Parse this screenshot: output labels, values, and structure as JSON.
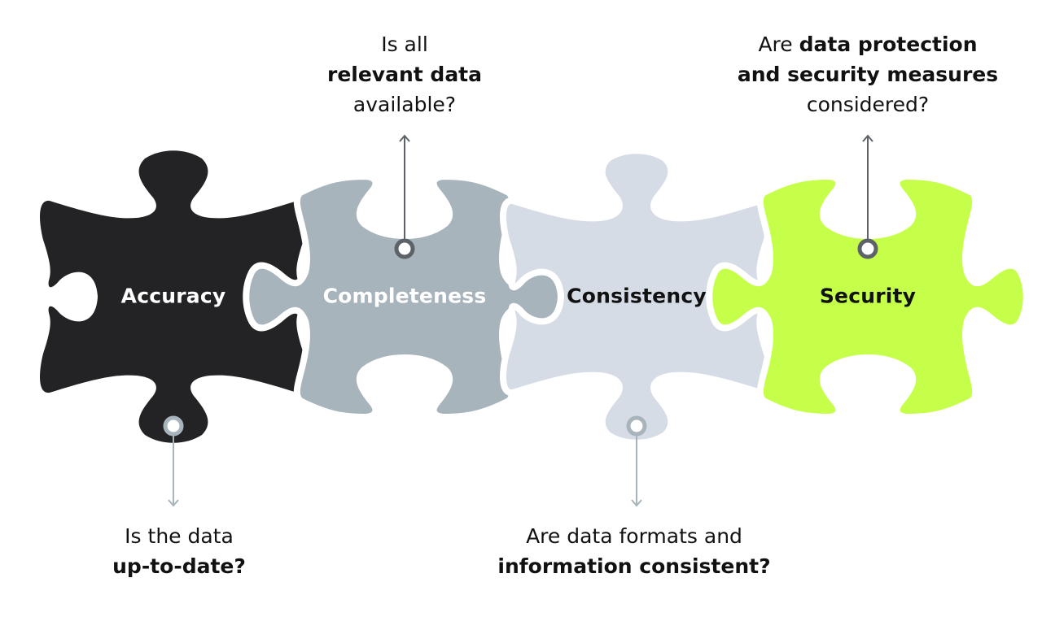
{
  "colors": {
    "accuracy": "#232326",
    "completeness": "#a8b4bc",
    "consistency": "#d5dce5",
    "security": "#c6ff4a",
    "connector_dark": "#5d6268",
    "connector_light": "#a8b4bc",
    "text_dark": "#111111",
    "text_light": "#ffffff",
    "background": "#ffffff"
  },
  "pieces": [
    {
      "id": "accuracy",
      "label": "Accuracy",
      "text_color": "#ffffff"
    },
    {
      "id": "completeness",
      "label": "Completeness",
      "text_color": "#ffffff"
    },
    {
      "id": "consistency",
      "label": "Consistency",
      "text_color": "#111111"
    },
    {
      "id": "security",
      "label": "Security",
      "text_color": "#111111"
    }
  ],
  "questions": {
    "accuracy": {
      "line1": "Is the data",
      "line2_bold": "up-to-date?",
      "direction": "down"
    },
    "completeness": {
      "line1": "Is all",
      "line2_bold": "relevant data",
      "line3": "available?",
      "direction": "up"
    },
    "consistency": {
      "line1": "Are data formats and",
      "line2_bold": "information consistent?",
      "direction": "down"
    },
    "security": {
      "line1_plain": "Are",
      "line1_bold": "data protection",
      "line2_bold": "and security measures",
      "line3": "considered?",
      "direction": "up"
    }
  }
}
